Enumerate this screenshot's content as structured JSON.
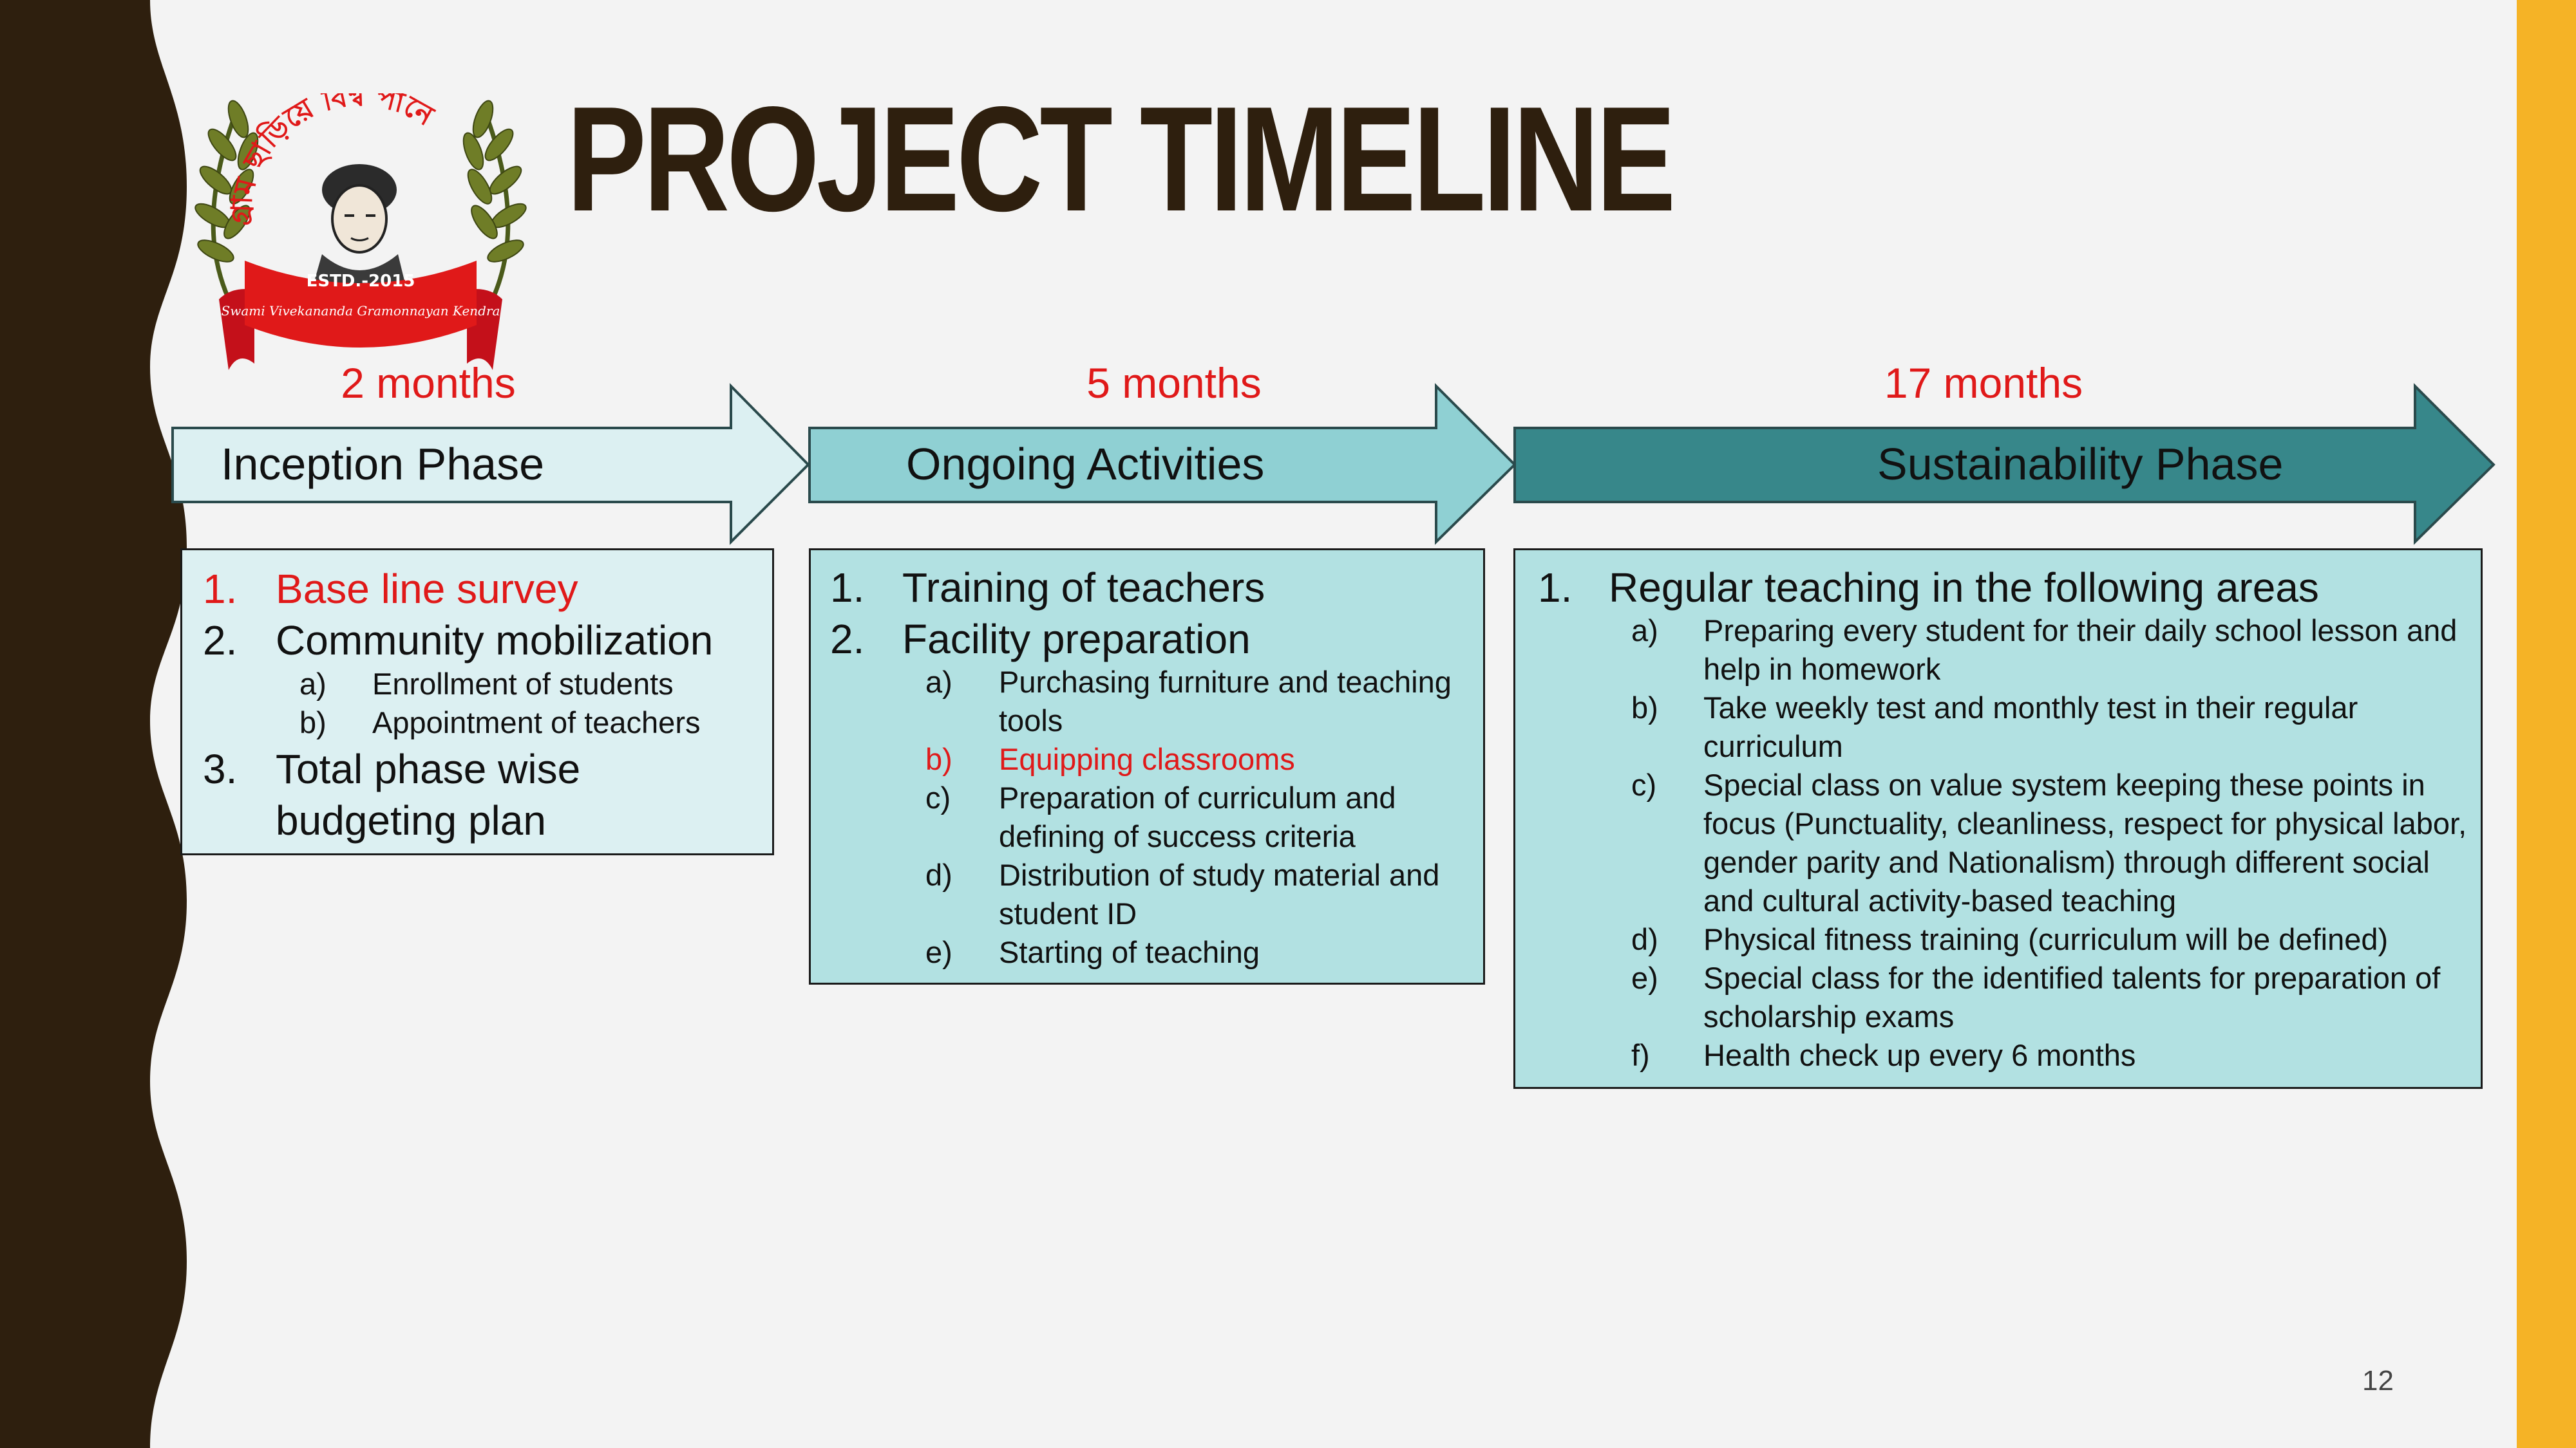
{
  "colors": {
    "background": "#f3f3f3",
    "border_dark": "#2e1f0e",
    "accent_yellow": "#f5b326",
    "highlight_red": "#e01919",
    "phase1_fill": "#dcf0f2",
    "phase2_fill": "#8fd0d3",
    "phase3_fill": "#37878a",
    "card1_fill": "#dcf0f2",
    "card_fill": "#b2e1e2"
  },
  "title": "PROJECT TIMELINE",
  "logo": {
    "arc_text": "গ্রাম ছাড়িয়ে বিশ্ব পানে",
    "ribbon_text": "ESTD.-2015",
    "ribbon_subtext": "Swami Vivekananda Gramonnayan Kendra"
  },
  "phases": [
    {
      "duration": "2 months",
      "label": "Inception Phase",
      "items": [
        {
          "num": "1.",
          "text": "Base line survey",
          "highlight": true
        },
        {
          "num": "2.",
          "text": "Community mobilization",
          "sub": [
            {
              "num": "a)",
              "text": "Enrollment of students"
            },
            {
              "num": "b)",
              "text": "Appointment of teachers"
            }
          ]
        },
        {
          "num": "3.",
          "text": "Total phase wise budgeting plan"
        }
      ]
    },
    {
      "duration": "5 months",
      "label": "Ongoing Activities",
      "items": [
        {
          "num": "1.",
          "text": "Training of teachers"
        },
        {
          "num": "2.",
          "text": "Facility preparation",
          "sub": [
            {
              "num": "a)",
              "text": "Purchasing furniture and teaching tools"
            },
            {
              "num": "b)",
              "text": "Equipping classrooms",
              "highlight": true
            },
            {
              "num": "c)",
              "text": "Preparation of curriculum and defining of success criteria"
            },
            {
              "num": "d)",
              "text": "Distribution of study material and student ID"
            },
            {
              "num": "e)",
              "text": "Starting of teaching"
            }
          ]
        }
      ]
    },
    {
      "duration": "17 months",
      "label": "Sustainability Phase",
      "items": [
        {
          "num": "1.",
          "text": "Regular teaching in the following areas",
          "sub": [
            {
              "num": "a)",
              "text": "Preparing every student for their daily school lesson and help in homework"
            },
            {
              "num": "b)",
              "text": "Take weekly test and monthly test in their regular curriculum"
            },
            {
              "num": "c)",
              "text": "Special class on value system keeping these points in focus (Punctuality, cleanliness, respect for physical labor, gender parity and Nationalism) through different social and cultural activity-based teaching"
            },
            {
              "num": "d)",
              "text": "Physical fitness training (curriculum will be defined)"
            },
            {
              "num": "e)",
              "text": "Special class for the identified talents for preparation of scholarship exams"
            },
            {
              "num": "f)",
              "text": "Health check up every 6 months"
            }
          ]
        }
      ]
    }
  ],
  "page_number": "12"
}
